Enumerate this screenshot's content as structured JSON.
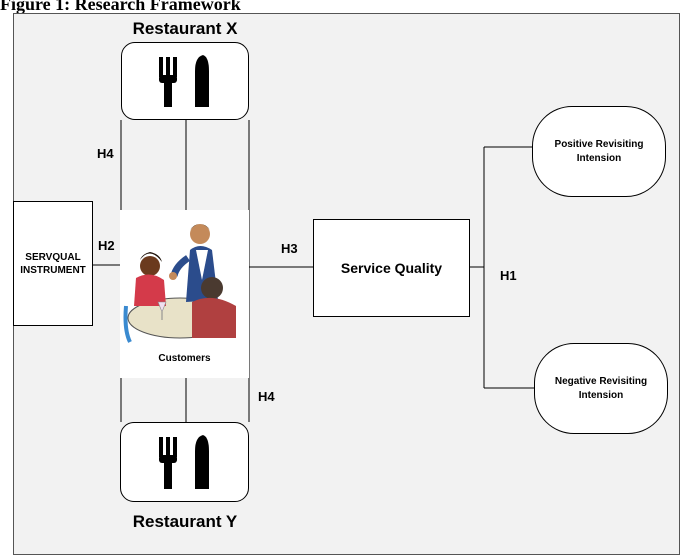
{
  "figure_title": "Figure 1: Research Framework",
  "restaurant_x": "Restaurant X",
  "restaurant_y": "Restaurant Y",
  "servqual": {
    "line1": "SERVQUAL",
    "line2": "INSTRUMENT"
  },
  "customers": "Customers",
  "service_quality": "Service Quality",
  "positive": {
    "line1": "Positive Revisiting",
    "line2": "Intension"
  },
  "negative": {
    "line1": "Negative Revisiting",
    "line2": "Intension"
  },
  "hypotheses": {
    "h4_top": "H4",
    "h2": "H2",
    "h3": "H3",
    "h1": "H1",
    "h4_bottom": "H4"
  },
  "icons": {
    "restaurant": "fork-knife-icon",
    "customers": "waiter-serving-diners-illustration"
  }
}
